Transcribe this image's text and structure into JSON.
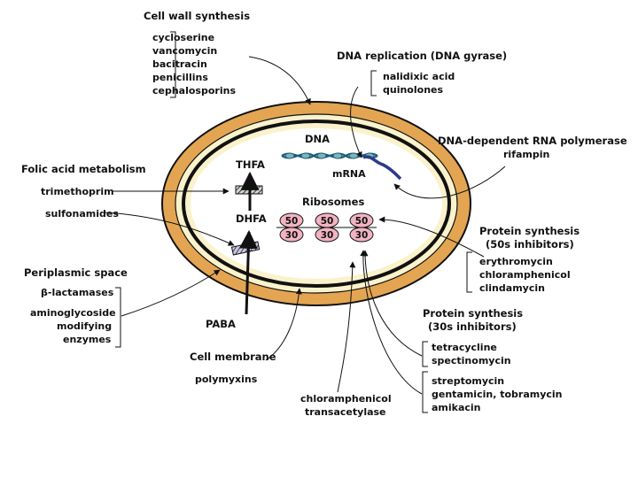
{
  "colors": {
    "outer_ring": "#e3a552",
    "ring_inner": "#faf2cc",
    "line": "#111111",
    "ribosome": "#f2b3c2",
    "dna_strand": "#1d5a7a",
    "dna_bead": "#7ab6b4",
    "mrna": "#2c3a8a"
  },
  "cell_wall": {
    "title": "Cell wall synthesis",
    "drugs": [
      "cycloserine",
      "vancomycin",
      "bacitracin",
      "penicillins",
      "cephalosporins"
    ]
  },
  "dna_replication": {
    "title": "DNA replication (DNA gyrase)",
    "drugs": [
      "nalidixic acid",
      "quinolones"
    ]
  },
  "rna_polymerase": {
    "title": "DNA-dependent RNA polymerase",
    "drug": "rifampin"
  },
  "folic_acid": {
    "title": "Folic acid metabolism",
    "drug1": "trimethoprim",
    "drug2": "sulfonamides"
  },
  "periplasmic": {
    "title": "Periplasmic space",
    "drug1": "β-lactamases",
    "drug2_lines": [
      "aminoglycoside",
      "modifying",
      "enzymes"
    ]
  },
  "protein_50s": {
    "title_lines": [
      "Protein synthesis",
      "(50s inhibitors)"
    ],
    "drugs": [
      "erythromycin",
      "chloramphenicol",
      "clindamycin"
    ]
  },
  "protein_30s": {
    "title_lines": [
      "Protein synthesis",
      "(30s inhibitors)"
    ],
    "group1": [
      "tetracycline",
      "spectinomycin"
    ],
    "group2": [
      "streptomycin",
      "gentamicin, tobramycin",
      "amikacin"
    ]
  },
  "cell_labels": {
    "dna": "DNA",
    "mrna": "mRNA",
    "ribosomes": "Ribosomes",
    "thfa": "THFA",
    "dhfa": "DHFA",
    "paba": "PABA"
  },
  "ribosome_units": {
    "top": "50",
    "bottom": "30"
  },
  "membrane": {
    "title": "Cell membrane",
    "drug": "polymyxins"
  },
  "transacetylase": {
    "lines": [
      "chloramphenicol",
      "transacetylase"
    ]
  }
}
